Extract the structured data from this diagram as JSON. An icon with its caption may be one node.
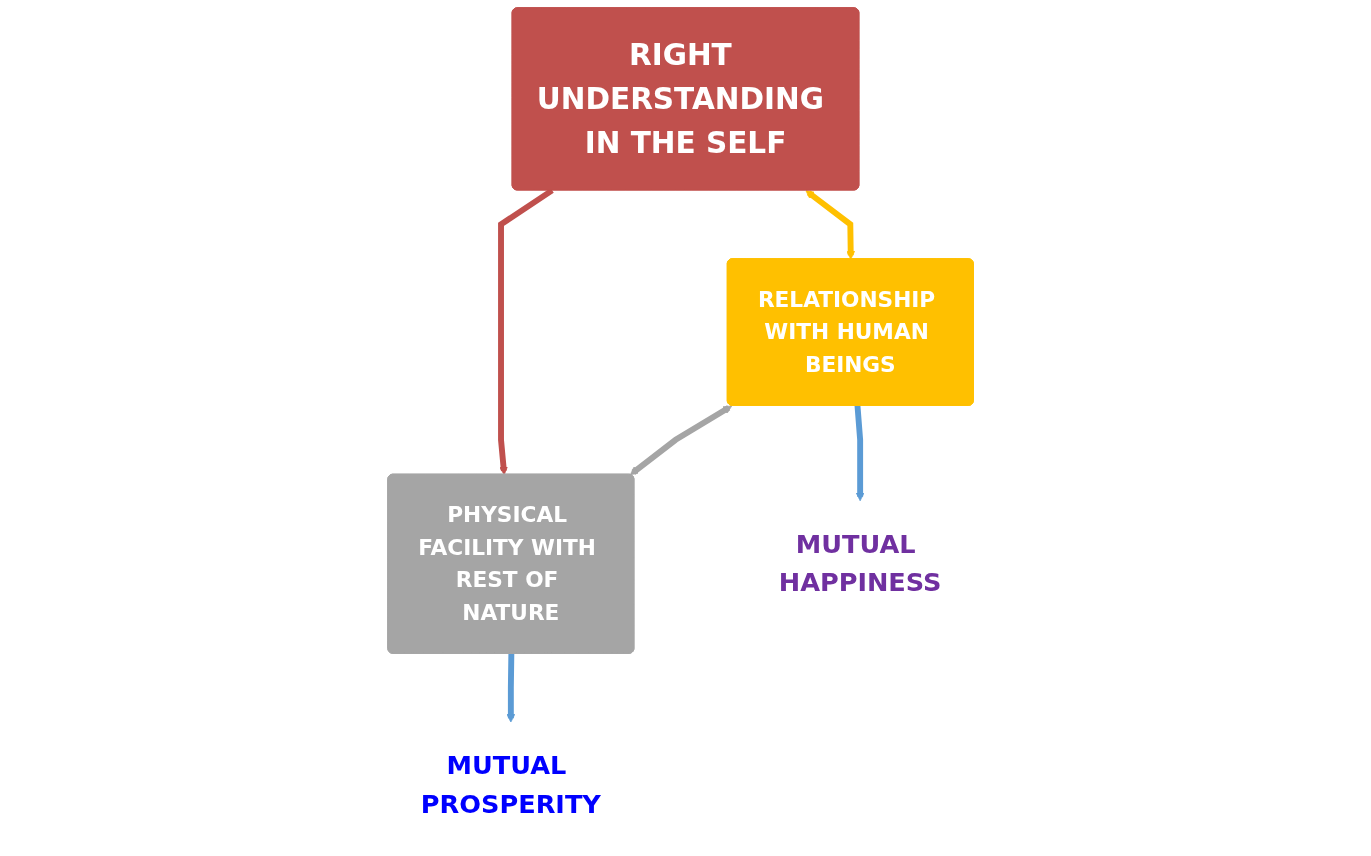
{
  "diagram": {
    "nodes": [
      {
        "text": [
          "RIGHT UNDERSTANDING IN THE SELF"
        ]
      },
      {
        "text": [
          "RELATIONSHIP WITH HUMAN BEINGS"
        ]
      },
      {
        "text": [
          "PHYSICAL FACILITY WITH REST OF NATURE"
        ]
      },
      {
        "text": [
          "MUTUAL HAPPINESS"
        ]
      },
      {
        "text": [
          "MUTUAL PROSPERITY"
        ]
      }
    ],
    "edges": [
      {
        "from": 0,
        "to": 1,
        "arrow": "both",
        "color": "#ffc000"
      },
      {
        "from": 0,
        "to": 2,
        "arrow": "to",
        "color": "#c0504d"
      },
      {
        "from": 1,
        "to": 2,
        "arrow": "both",
        "color": "#a5a5a5"
      },
      {
        "from": 1,
        "to": 3,
        "arrow": "to"
      },
      {
        "from": 2,
        "to": 4,
        "arrow": "to"
      }
    ]
  }
}
